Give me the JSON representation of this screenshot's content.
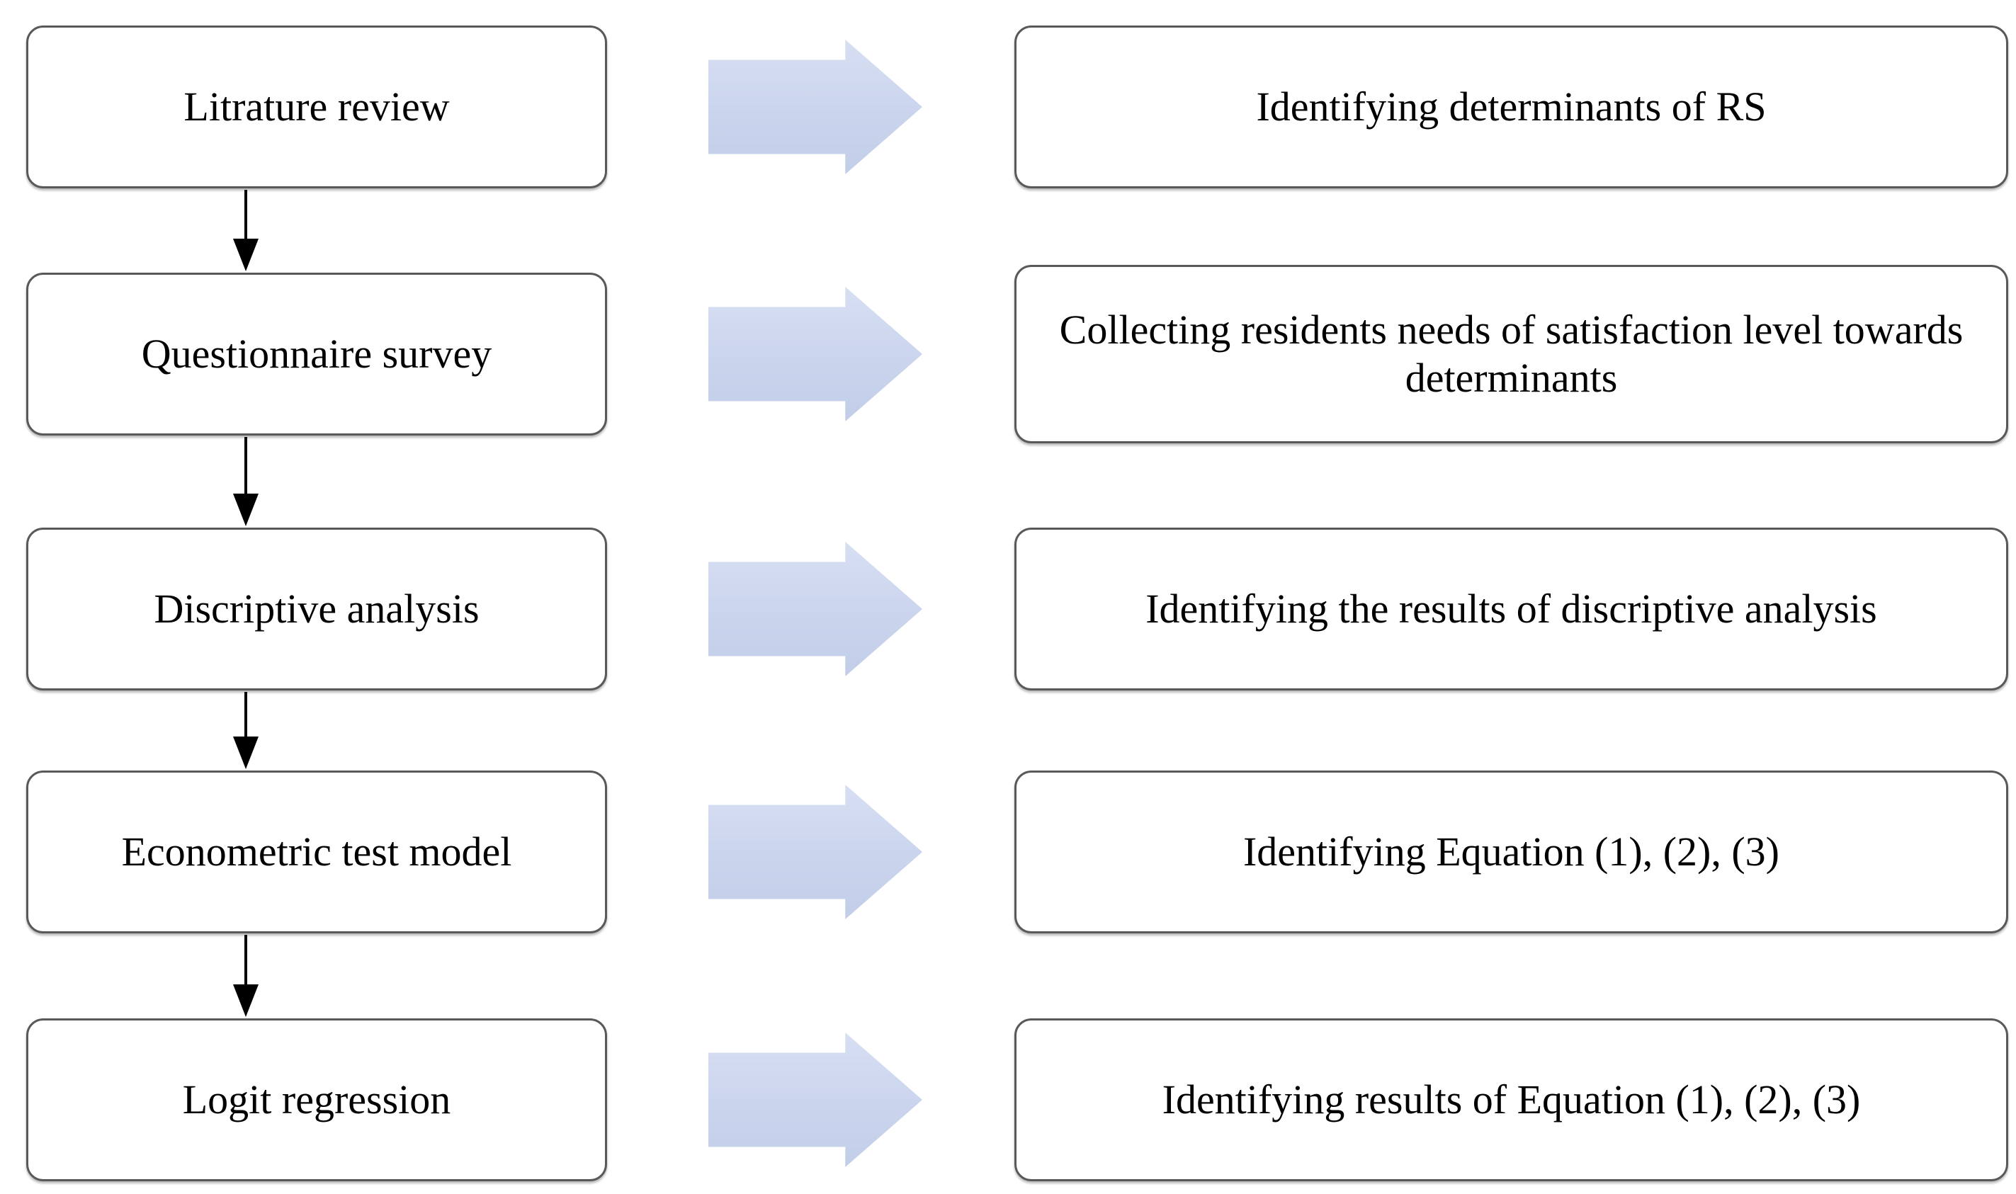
{
  "diagram": {
    "type": "flowchart",
    "rows": [
      {
        "left": "Litrature review",
        "right": "Identifying determinants of RS"
      },
      {
        "left": "Questionnaire survey",
        "right": "Collecting residents needs of satisfaction level towards determinants"
      },
      {
        "left": "Discriptive analysis",
        "right": "Identifying the results of discriptive analysis"
      },
      {
        "left": "Econometric test model",
        "right": "Identifying Equation (1), (2), (3)"
      },
      {
        "left": "Logit regression",
        "right": "Identifying results of Equation (1), (2), (3)"
      }
    ],
    "colors": {
      "background": "#ffffff",
      "box_fill": "#ffffff",
      "box_border": "#595959",
      "text": "#000000",
      "block_arrow_top": "#d7dff2",
      "block_arrow_bottom": "#c2cde8",
      "connector_arrow": "#000000"
    }
  }
}
